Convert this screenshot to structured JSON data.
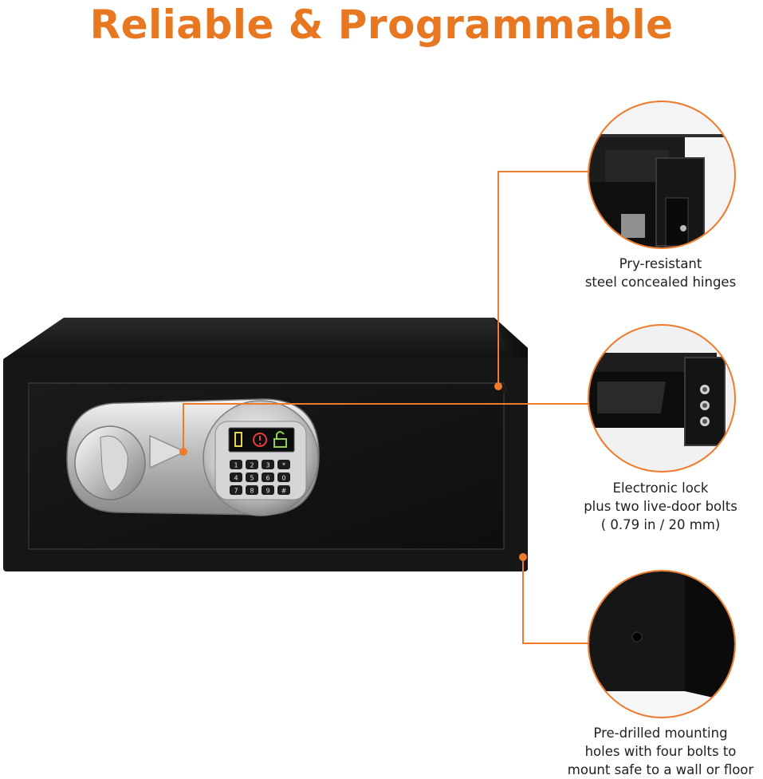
{
  "title": "Reliable & Programmable",
  "colors": {
    "accent": "#e87722",
    "safe_body": "#151515",
    "panel": "#c9c9c9"
  },
  "keypad": {
    "keys": [
      "1",
      "2",
      "3",
      "*",
      "4",
      "5",
      "6",
      "0",
      "7",
      "8",
      "9",
      "#"
    ]
  },
  "features": [
    {
      "icon": "hinge-detail",
      "lines": [
        "Pry-resistant",
        "steel concealed hinges"
      ]
    },
    {
      "icon": "bolt-detail",
      "lines": [
        "Electronic lock",
        "plus two live-door bolts",
        "( 0.79 in / 20 mm)"
      ]
    },
    {
      "icon": "mounting-hole-detail",
      "lines": [
        "Pre-drilled mounting",
        "holes with four bolts to",
        "mount safe to a wall or floor"
      ]
    }
  ]
}
